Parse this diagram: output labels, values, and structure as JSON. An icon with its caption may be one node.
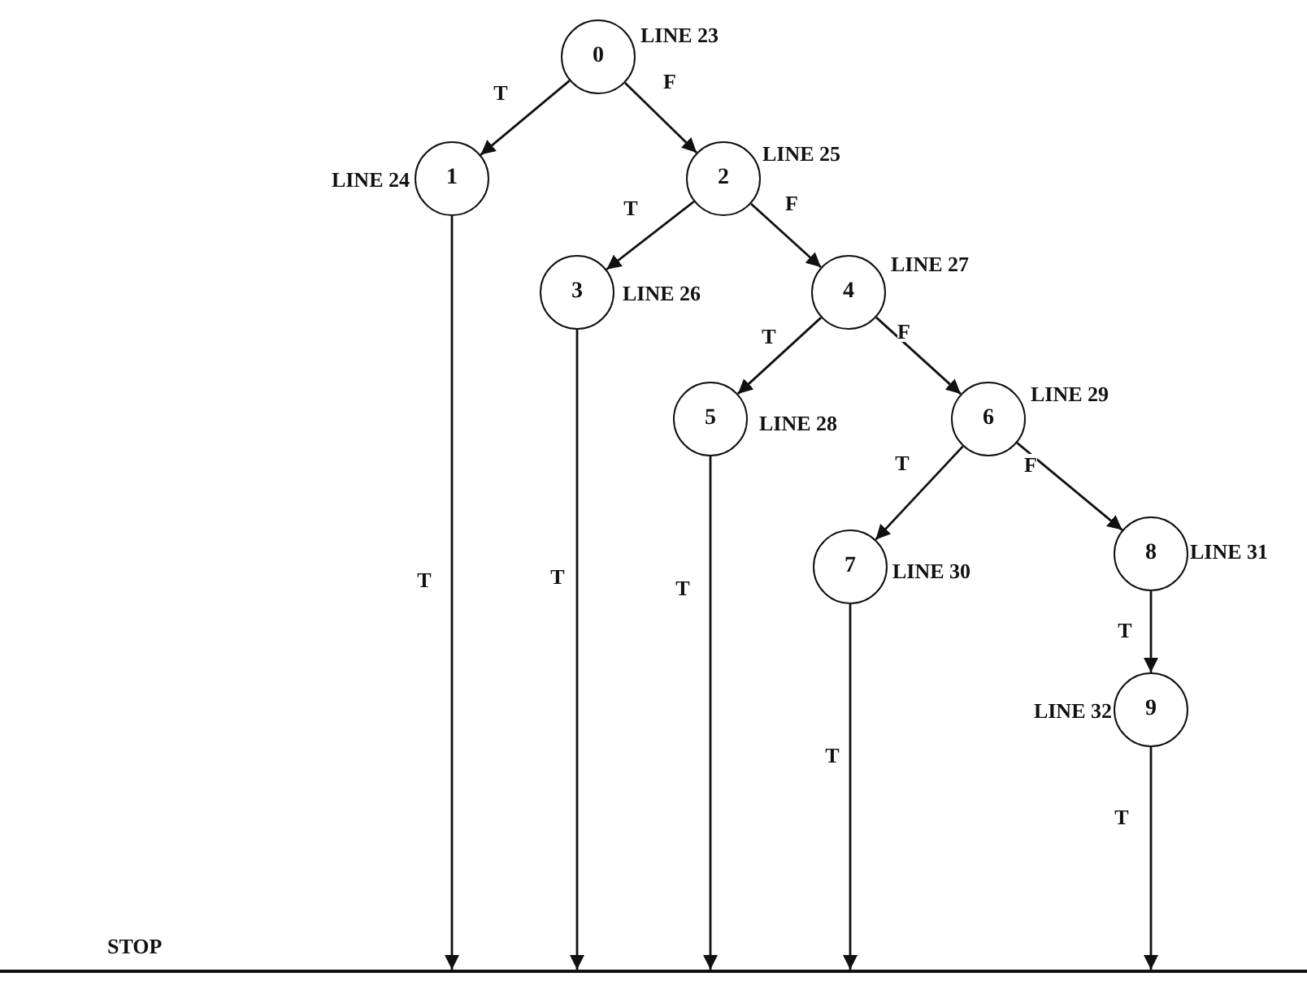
{
  "diagram": {
    "nodes": [
      {
        "text": [
          "0"
        ],
        "beside": [
          "LINE 23"
        ]
      },
      {
        "text": [
          "1"
        ],
        "beside": [
          "LINE 24"
        ]
      },
      {
        "text": [
          "2"
        ],
        "beside": [
          "LINE 25"
        ]
      },
      {
        "text": [
          "3"
        ],
        "beside": [
          "LINE 26"
        ]
      },
      {
        "text": [
          "4"
        ],
        "beside": [
          "LINE 27"
        ]
      },
      {
        "text": [
          "5"
        ],
        "beside": [
          "LINE 28"
        ]
      },
      {
        "text": [
          "6"
        ],
        "beside": [
          "LINE 29"
        ]
      },
      {
        "text": [
          "7"
        ],
        "beside": [
          "LINE 30"
        ]
      },
      {
        "text": [
          "8"
        ],
        "beside": [
          "LINE 31"
        ]
      },
      {
        "text": [
          "9"
        ],
        "beside": [
          "LINE 32"
        ]
      },
      {
        "text": [
          "STOP"
        ]
      }
    ],
    "edges": [
      {
        "from": 0,
        "to": 1,
        "arrow": "to",
        "label": "T"
      },
      {
        "from": 0,
        "to": 2,
        "arrow": "to",
        "label": "F"
      },
      {
        "from": 2,
        "to": 3,
        "arrow": "to",
        "label": "T"
      },
      {
        "from": 2,
        "to": 4,
        "arrow": "to",
        "label": "F"
      },
      {
        "from": 4,
        "to": 5,
        "arrow": "to",
        "label": "T"
      },
      {
        "from": 4,
        "to": 6,
        "arrow": "to",
        "label": "F"
      },
      {
        "from": 6,
        "to": 7,
        "arrow": "to",
        "label": "T"
      },
      {
        "from": 6,
        "to": 8,
        "arrow": "to",
        "label": "F"
      },
      {
        "from": 8,
        "to": 9,
        "arrow": "to",
        "label": "T"
      },
      {
        "from": 1,
        "to": 10,
        "arrow": "to",
        "label": "T"
      },
      {
        "from": 3,
        "to": 10,
        "arrow": "to",
        "label": "T"
      },
      {
        "from": 5,
        "to": 10,
        "arrow": "to",
        "label": "T"
      },
      {
        "from": 7,
        "to": 10,
        "arrow": "to",
        "label": "T"
      },
      {
        "from": 9,
        "to": 10,
        "arrow": "to",
        "label": "T"
      }
    ]
  }
}
